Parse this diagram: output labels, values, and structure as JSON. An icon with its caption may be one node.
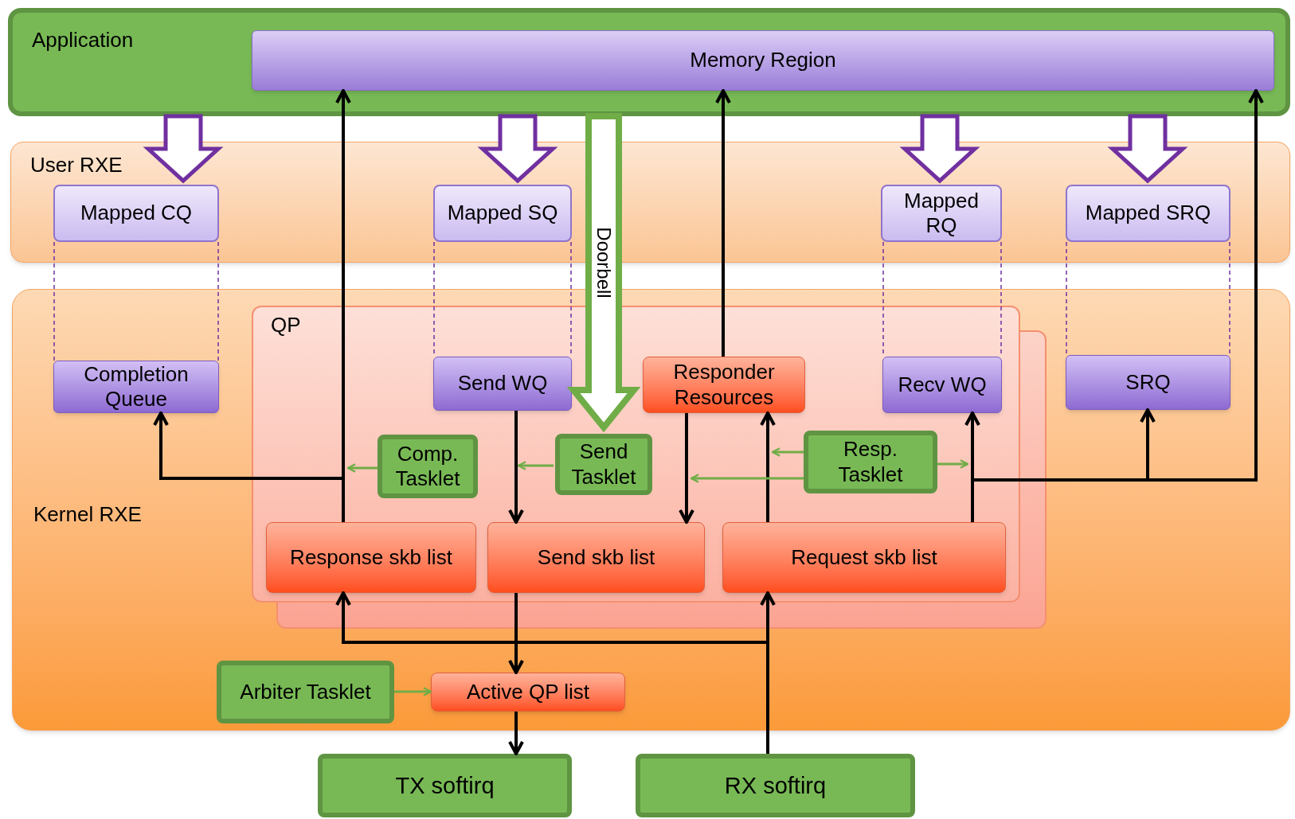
{
  "diagram": {
    "nodes": [
      {
        "text": [
          "Application"
        ]
      },
      {
        "text": [
          "Memory Region"
        ],
        "in": 0
      },
      {
        "text": [
          "User RXE"
        ]
      },
      {
        "text": [
          "Mapped CQ"
        ],
        "in": 2
      },
      {
        "text": [
          "Mapped SQ"
        ],
        "in": 2
      },
      {
        "text": [
          "Mapped RQ"
        ],
        "in": 2
      },
      {
        "text": [
          "Mapped SRQ"
        ],
        "in": 2
      },
      {
        "text": [
          "Kernel RXE"
        ]
      },
      {
        "text": [
          "Completion Queue"
        ],
        "in": 7
      },
      {
        "text": [
          "QP"
        ],
        "in": 7
      },
      {
        "text": [
          "Send WQ"
        ],
        "in": 9
      },
      {
        "text": [
          "Responder Resources"
        ],
        "in": 9
      },
      {
        "text": [
          "Recv WQ"
        ],
        "in": 9
      },
      {
        "text": [
          "SRQ"
        ],
        "in": 7
      },
      {
        "text": [
          "Comp. Tasklet"
        ],
        "in": 9
      },
      {
        "text": [
          "Send Tasklet"
        ],
        "in": 9
      },
      {
        "text": [
          "Resp. Tasklet"
        ],
        "in": 9
      },
      {
        "text": [
          "Response skb list"
        ],
        "in": 9
      },
      {
        "text": [
          "Send skb list"
        ],
        "in": 9
      },
      {
        "text": [
          "Request skb list"
        ],
        "in": 9
      },
      {
        "text": [
          "Arbiter Tasklet"
        ],
        "in": 7
      },
      {
        "text": [
          "Active QP list"
        ],
        "in": 7
      },
      {
        "text": [
          "TX softirq"
        ]
      },
      {
        "text": [
          "RX softirq"
        ]
      }
    ],
    "edges": [
      {
        "from": 0,
        "to": 3,
        "arrow": "to",
        "style": "thick",
        "color": "#7030a0"
      },
      {
        "from": 0,
        "to": 4,
        "arrow": "to",
        "style": "thick",
        "color": "#7030a0"
      },
      {
        "from": 0,
        "to": 5,
        "arrow": "to",
        "style": "thick",
        "color": "#7030a0"
      },
      {
        "from": 0,
        "to": 6,
        "arrow": "to",
        "style": "thick",
        "color": "#7030a0"
      },
      {
        "from": 0,
        "to": 15,
        "arrow": "to",
        "label": "Doorbell",
        "style": "thick",
        "color": "#70ad47"
      },
      {
        "from": 3,
        "to": 8,
        "arrow": "none",
        "style": "dashed",
        "color": "#7030a0"
      },
      {
        "from": 4,
        "to": 10,
        "arrow": "none",
        "style": "dashed",
        "color": "#7030a0"
      },
      {
        "from": 5,
        "to": 12,
        "arrow": "none",
        "style": "dashed",
        "color": "#7030a0"
      },
      {
        "from": 6,
        "to": 13,
        "arrow": "none",
        "style": "dashed",
        "color": "#7030a0"
      },
      {
        "from": 17,
        "to": 1,
        "arrow": "to"
      },
      {
        "from": 17,
        "to": 8,
        "arrow": "to"
      },
      {
        "from": 10,
        "to": 18,
        "arrow": "to"
      },
      {
        "from": 11,
        "to": 1,
        "arrow": "to"
      },
      {
        "from": 11,
        "to": 18,
        "arrow": "to"
      },
      {
        "from": 19,
        "to": 11,
        "arrow": "to"
      },
      {
        "from": 19,
        "to": 12,
        "arrow": "to"
      },
      {
        "from": 19,
        "to": 1,
        "arrow": "to"
      },
      {
        "from": 19,
        "to": 13,
        "arrow": "to"
      },
      {
        "from": 18,
        "to": 21,
        "arrow": "to"
      },
      {
        "from": 21,
        "to": 22,
        "arrow": "to"
      },
      {
        "from": 23,
        "to": 19,
        "arrow": "to"
      },
      {
        "from": 23,
        "to": 17,
        "arrow": "to"
      },
      {
        "from": 20,
        "to": 21,
        "arrow": "to",
        "color": "#70ad47"
      },
      {
        "from": 14,
        "to": null,
        "arrow": "to",
        "color": "#70ad47"
      },
      {
        "from": 15,
        "to": null,
        "arrow": "to",
        "color": "#70ad47"
      },
      {
        "from": 16,
        "to": null,
        "arrow": "to",
        "color": "#70ad47"
      },
      {
        "from": 16,
        "to": null,
        "arrow": "to",
        "color": "#70ad47"
      },
      {
        "from": 16,
        "to": null,
        "arrow": "to",
        "color": "#70ad47"
      }
    ]
  }
}
